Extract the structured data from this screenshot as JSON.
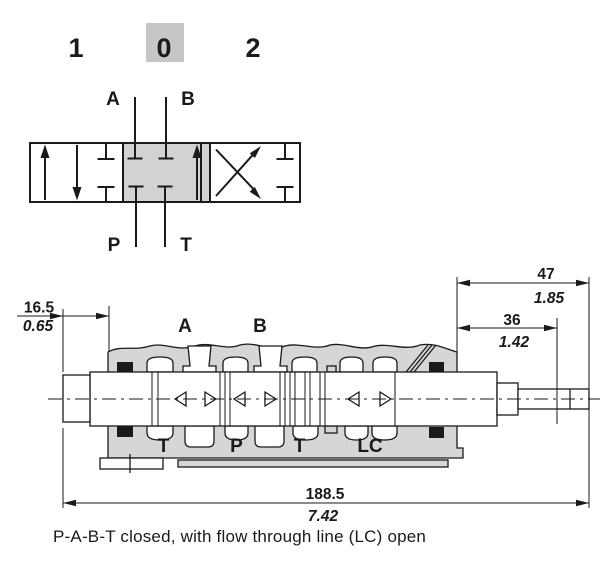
{
  "colors": {
    "line": "#1a1a1a",
    "cell_gray": "#d2d2d2",
    "chip_gray": "#c6c6c6",
    "body_gray": "#d6d6d6"
  },
  "schematic": {
    "position_labels": [
      "1",
      "0",
      "2"
    ],
    "ports_top": [
      "A",
      "B"
    ],
    "ports_bottom": [
      "P",
      "T"
    ]
  },
  "section": {
    "ports_top": [
      "A",
      "B"
    ],
    "ports_bottom": [
      "T",
      "P",
      "T",
      "LC"
    ],
    "dims": {
      "d1": {
        "mm": "16.5",
        "inch": "0.65"
      },
      "d2": {
        "mm": "47",
        "inch": "1.85"
      },
      "d3": {
        "mm": "36",
        "inch": "1.42"
      },
      "d4": {
        "mm": "188.5",
        "inch": "7.42"
      }
    }
  },
  "caption": "P-A-B-T closed, with flow through line (LC) open"
}
